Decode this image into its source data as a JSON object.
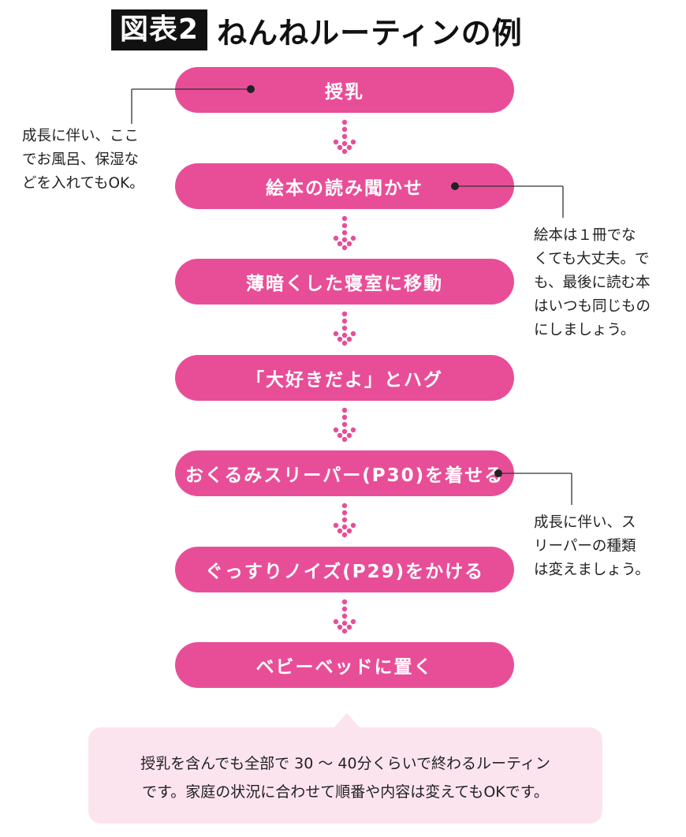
{
  "title": {
    "badge": "図表2",
    "text": "ねんねルーティンの例"
  },
  "steps": [
    "授乳",
    "絵本の読み聞かせ",
    "薄暗くした寝室に移動",
    "「大好きだよ」とハグ",
    "おくるみスリーパー(P30)を着せる",
    "ぐっすりノイズ(P29)をかける",
    "ベビーベッドに置く"
  ],
  "notes": {
    "left": [
      "成長に伴い、ここ",
      "でお風呂、保湿な",
      "どを入れてもOK。"
    ],
    "right_book": [
      "絵本は１冊でな",
      "くても大丈夫。で",
      "も、最後に読む本",
      "はいつも同じもの",
      "にしましょう。"
    ],
    "right_sleeper": [
      "成長に伴い、ス",
      "リーパーの種類",
      "は変えましょう。"
    ]
  },
  "summary": [
    "授乳を含んでも全部で 30 〜 40分くらいで終わるルーティン",
    "です。家庭の状況に合わせて順番や内容は変えてもOKです。"
  ],
  "colors": {
    "step_fill": "#e84e97",
    "bubble_fill": "#fce4ef",
    "title_badge": "#111111"
  }
}
